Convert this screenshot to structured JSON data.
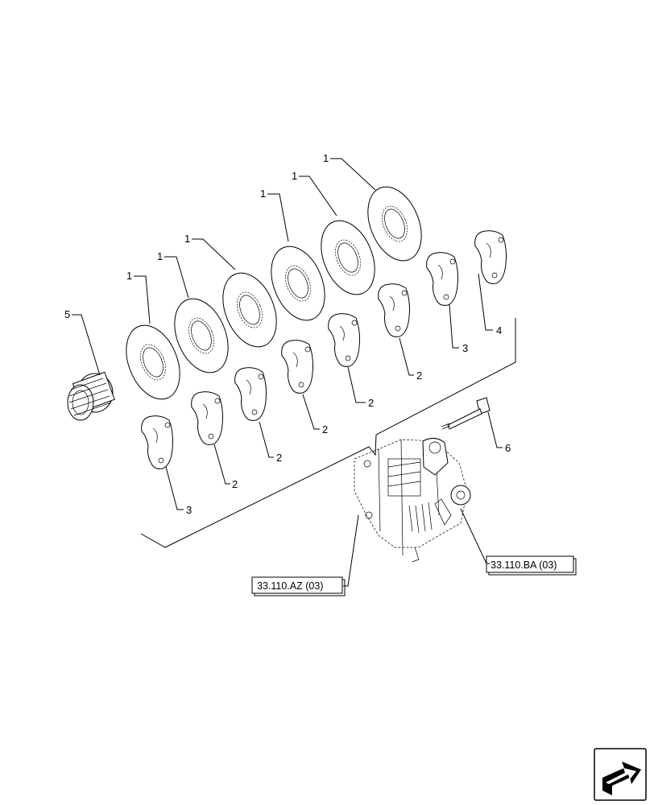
{
  "labels": {
    "disc": "1",
    "plate": "2",
    "plate_b": "3",
    "plate_c": "4",
    "bushing": "5",
    "bolt": "6"
  },
  "references": {
    "left": "33.110.AZ (03)",
    "right": "33.110.BA (03)"
  },
  "icons": [
    "next-page-arrow-icon"
  ]
}
